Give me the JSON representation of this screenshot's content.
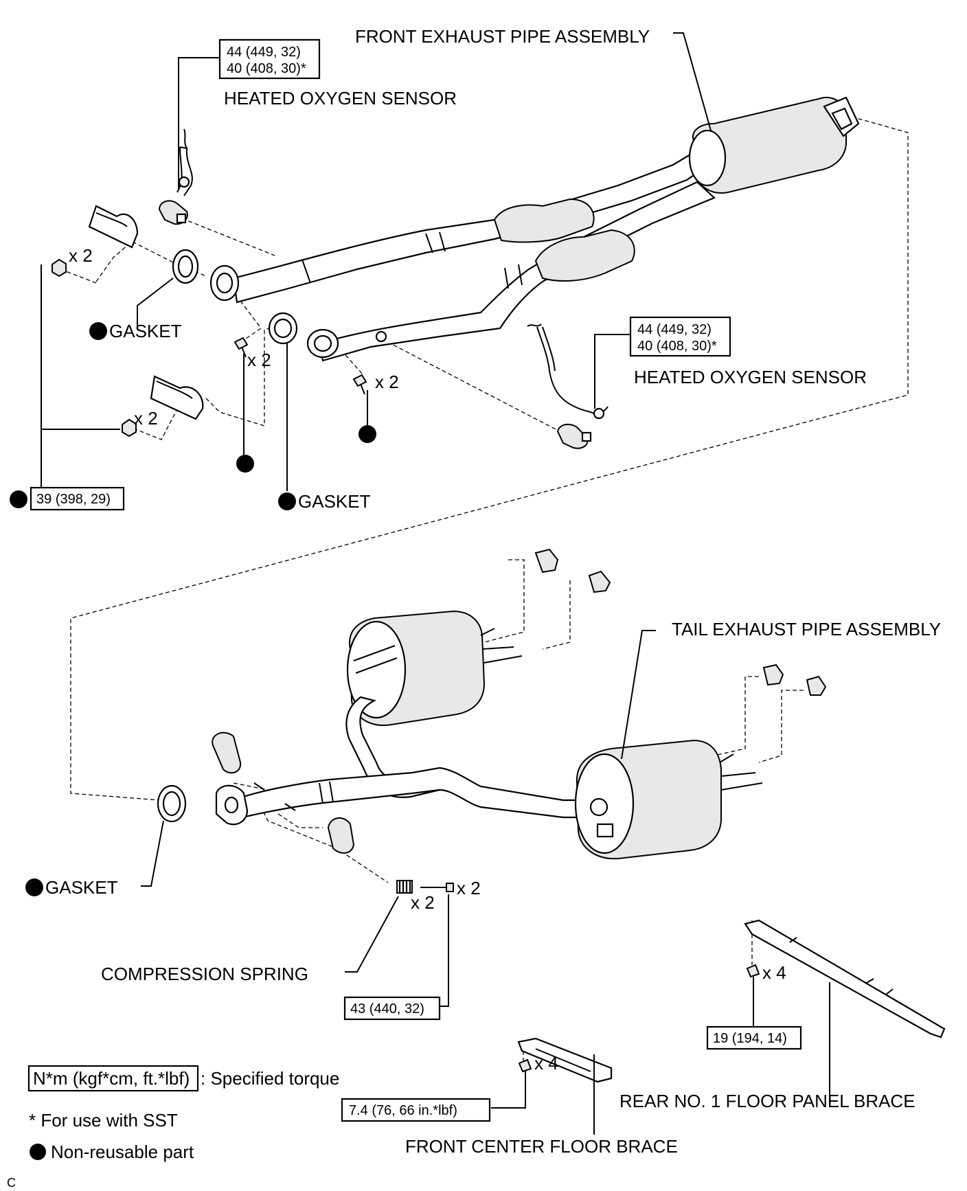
{
  "labels": {
    "front_pipe": "FRONT EXHAUST PIPE ASSEMBLY",
    "oxygen_sensor_1": "HEATED OXYGEN SENSOR",
    "oxygen_sensor_2": "HEATED OXYGEN SENSOR",
    "tail_pipe": "TAIL EXHAUST PIPE ASSEMBLY",
    "gasket_1": "GASKET",
    "gasket_2": "GASKET",
    "gasket_3": "GASKET",
    "compression_spring": "COMPRESSION SPRING",
    "rear_brace": "REAR NO. 1 FLOOR PANEL BRACE",
    "front_brace": "FRONT CENTER FLOOR BRACE"
  },
  "torque": {
    "sensor1_line1": "44 (449, 32)",
    "sensor1_line2": "40 (408, 30)*",
    "sensor2_line1": "44 (449, 32)",
    "sensor2_line2": "40 (408, 30)*",
    "nut": "39 (398, 29)",
    "spring_bolt": "43 (440, 32)",
    "rear_brace": "19 (194, 14)",
    "front_brace": "7.4 (76, 66 in.*lbf)"
  },
  "quantities": {
    "nut_top": "x 2",
    "nut_bottom": "x 2",
    "bolt_left": "x 2",
    "bolt_right": "x 2",
    "spring": "x 2",
    "spring_bolt": "x 2",
    "rear_brace": "x 4",
    "front_brace": "x 4"
  },
  "legend": {
    "unit_box": "N*m (kgf*cm, ft.*lbf)",
    "unit_desc": ": Specified torque",
    "sst_note": "* For use with SST",
    "non_reusable": "Non-reusable part"
  },
  "corner_mark": "C"
}
